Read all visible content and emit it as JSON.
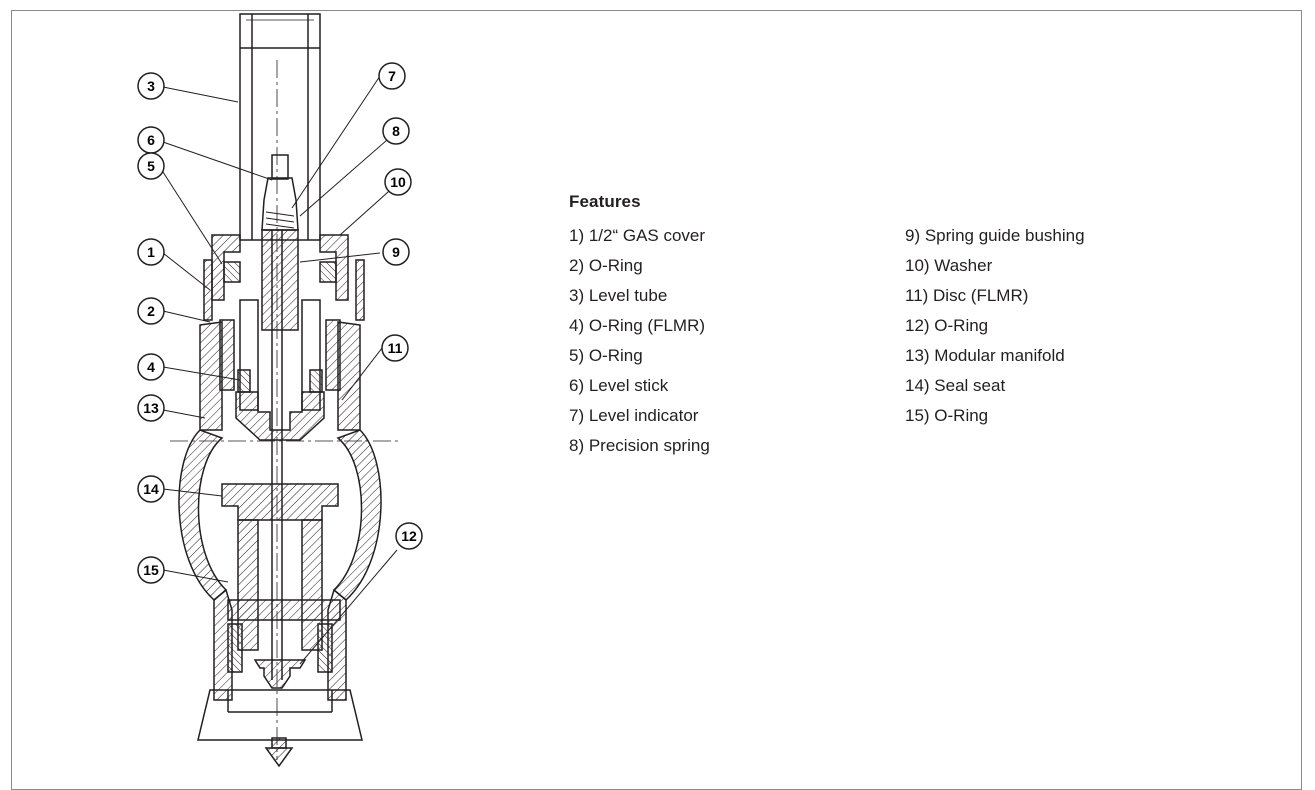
{
  "features": {
    "title": "Features",
    "items": [
      "1) 1/2“ GAS cover",
      "2) O-Ring",
      "3) Level tube",
      "4) O-Ring (FLMR)",
      "5) O-Ring",
      "6) Level stick",
      "7) Level indicator",
      "8) Precision spring",
      "9) Spring guide bushing",
      "10) Washer",
      "11) Disc (FLMR)",
      "12) O-Ring",
      "13) Modular manifold",
      "14) Seal seat",
      "15) O-Ring"
    ]
  },
  "callouts": [
    "1",
    "2",
    "3",
    "4",
    "5",
    "6",
    "7",
    "8",
    "9",
    "10",
    "11",
    "12",
    "13",
    "14",
    "15"
  ],
  "colors": {
    "line": "#231f20",
    "frame": "#8a8a8a",
    "background": "#ffffff"
  }
}
